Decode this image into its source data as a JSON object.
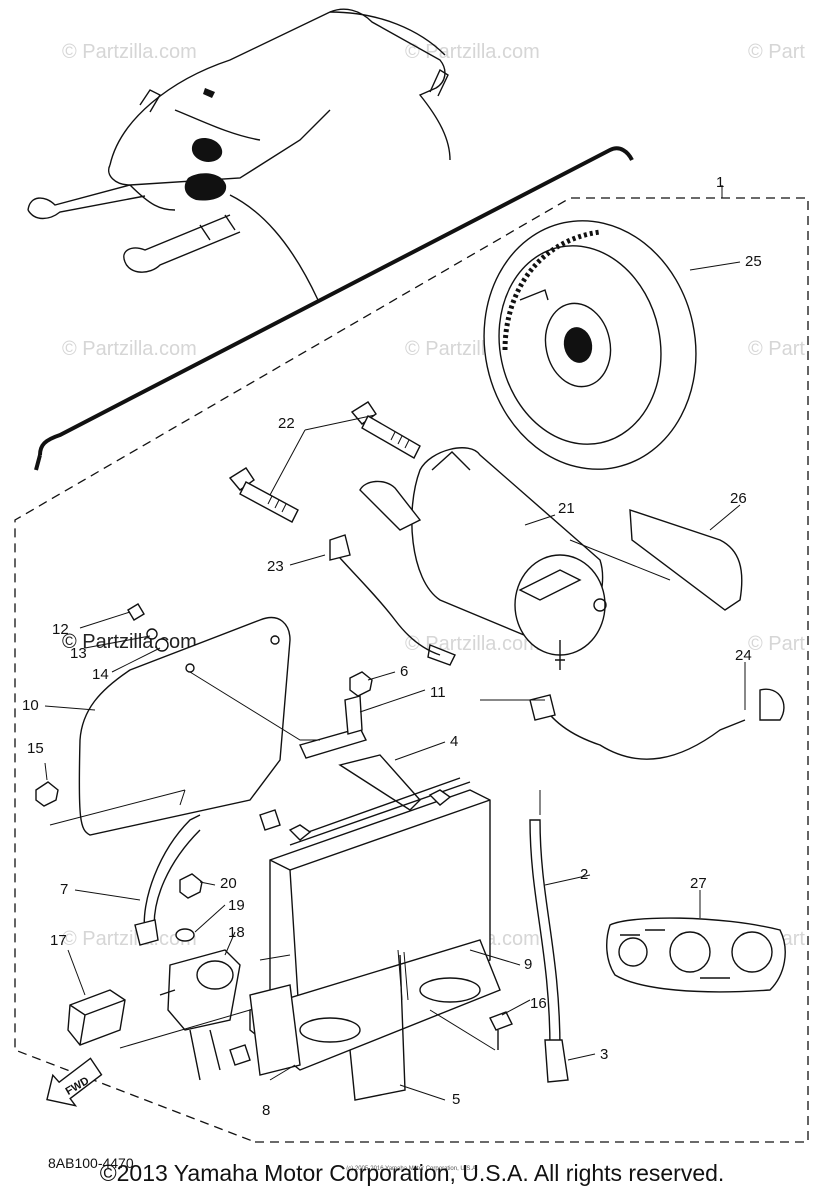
{
  "watermark": "© Partzilla.com",
  "watermark_clipped": "© Part",
  "callouts": [
    "1",
    "2",
    "3",
    "4",
    "5",
    "6",
    "7",
    "8",
    "9",
    "10",
    "11",
    "12",
    "13",
    "14",
    "15",
    "16",
    "17",
    "18",
    "19",
    "20",
    "21",
    "22",
    "23",
    "24",
    "25",
    "26",
    "27"
  ],
  "fwd_label": "FWD",
  "part_code": "8AB100-4470",
  "tiny_copyright": "(c) 2005-2016 Yamaha Motor Corporation, U.S.A.",
  "copyright": "©2013 Yamaha Motor Corporation, U.S.A. All rights reserved."
}
